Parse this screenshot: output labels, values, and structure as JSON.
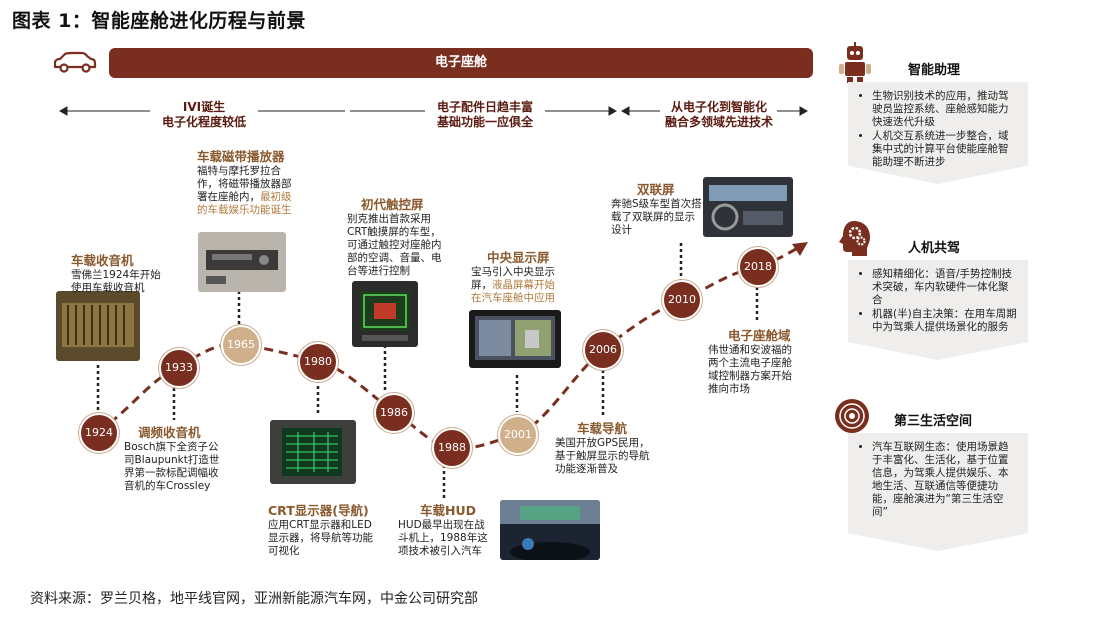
{
  "title": "图表 1：智能座舱进化历程与前景",
  "banner": "电子座舱",
  "phases": [
    {
      "line1": "IVI诞生",
      "line2": "电子化程度较低"
    },
    {
      "line1": "电子配件日趋丰富",
      "line2": "基础功能一应俱全"
    },
    {
      "line1": "从电子化到智能化",
      "line2": "融合多领域先进技术"
    }
  ],
  "years": [
    "1924",
    "1933",
    "1965",
    "1980",
    "1986",
    "1988",
    "2001",
    "2006",
    "2010",
    "2018"
  ],
  "milestones": {
    "radio": {
      "title": "车载收音机",
      "desc": "雪佛兰1924年开始使用车载收音机"
    },
    "tape": {
      "title": "车载磁带播放器",
      "desc": "福特与摩托罗拉合作，将磁带播放器部署在座舱内，",
      "desc_hl": "最初级的车载娱乐功能诞生"
    },
    "touch": {
      "title": "初代触控屏",
      "desc": "别克推出首款采用CRT触摸屏的车型，可通过触控对座舱内部的空调、音量、电台等进行控制"
    },
    "central": {
      "title": "中央显示屏",
      "desc": "宝马引入中央显示屏，",
      "desc_hl": "液晶屏幕开始在汽车座舱中应用"
    },
    "dual": {
      "title": "双联屏",
      "desc": "奔驰S级车型首次搭载了双联屏的显示设计"
    },
    "domain": {
      "title": "电子座舱域",
      "desc": "伟世通和安波福的两个主流电子座舱域控制器方案开始推向市场"
    },
    "fm": {
      "title": "调频收音机",
      "desc": "Bosch旗下全资子公司Blaupunkt打造世界第一款标配调幅收音机的车Crossley"
    },
    "crt": {
      "title": "CRT显示器(导航)",
      "desc": "应用CRT显示器和LED显示器，将导航等功能可视化"
    },
    "hud": {
      "title": "车载HUD",
      "desc": "HUD最早出现在战斗机上，1988年这项技术被引入汽车"
    },
    "nav": {
      "title": "车载导航",
      "desc": "美国开放GPS民用，基于触屏显示的导航功能逐渐普及"
    }
  },
  "panels": [
    {
      "title": "智能助理",
      "icon": "robot-icon",
      "items": [
        "生物识别技术的应用，推动驾驶员监控系统、座舱感知能力快速迭代升级",
        "人机交互系统进一步整合，域集中式的计算平台使能座舱智能助理不断进步"
      ]
    },
    {
      "title": "人机共驾",
      "icon": "head-gears-icon",
      "items": [
        "感知精细化：语音/手势控制技术突破，车内软硬件一体化聚合",
        "机器(半)自主决策：在用车周期中为驾乘人提供场景化的服务"
      ]
    },
    {
      "title": "第三生活空间",
      "icon": "disc-icon",
      "items": [
        "汽车互联网生态：使用场景趋于丰富化、生活化，基于位置信息，为驾乘人提供娱乐、本地生活、互联通信等便捷功能，座舱演进为“第三生活空间”"
      ]
    }
  ],
  "source": "资料来源：罗兰贝格，地平线官网，亚洲新能源汽车网，中金公司研究部",
  "colors": {
    "brand": "#7a2e1f",
    "accent": "#cfb08a",
    "highlight": "#b07a3c",
    "panel": "#efeeec"
  }
}
